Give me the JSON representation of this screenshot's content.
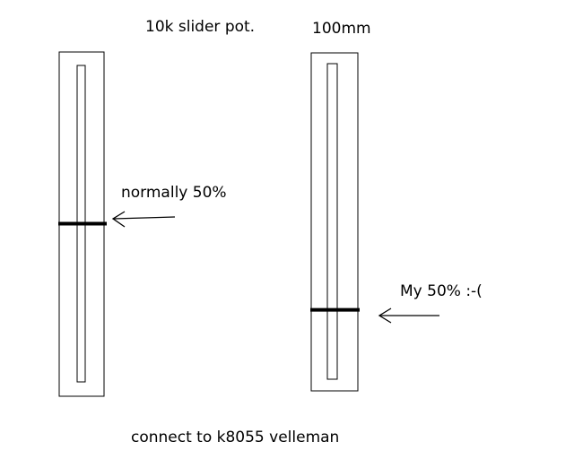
{
  "title": "10k slider pot.",
  "length_label": "100mm",
  "footer": "connect to k8055 velleman",
  "colors": {
    "background": "#ffffff",
    "stroke": "#000000"
  },
  "sliders": [
    {
      "annotation": "normally 50%",
      "wiper_position_fraction": 0.5
    },
    {
      "annotation": "My 50%  :-(",
      "wiper_position_fraction": 0.78
    }
  ]
}
